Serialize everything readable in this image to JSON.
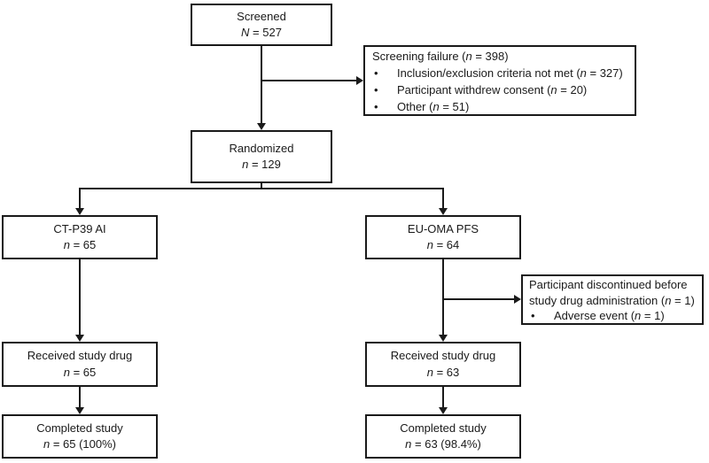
{
  "bullet_char": "•",
  "colors": {
    "line": "#1a1a1a",
    "background": "#ffffff",
    "box_background": "#ffffff",
    "text": "#1a1a1a"
  },
  "boxes": {
    "screened": {
      "lines": [
        [
          {
            "t": "Screened"
          }
        ],
        [
          {
            "t": "N",
            "i": true
          },
          {
            "t": " = 527"
          }
        ]
      ]
    },
    "screening_failure": {
      "title": [
        {
          "t": "Screening failure ("
        },
        {
          "t": "n",
          "i": true
        },
        {
          "t": " = 398)"
        }
      ],
      "bullets": [
        [
          {
            "t": "Inclusion/exclusion criteria not met ("
          },
          {
            "t": "n",
            "i": true
          },
          {
            "t": " = 327)"
          }
        ],
        [
          {
            "t": "Participant withdrew consent ("
          },
          {
            "t": "n",
            "i": true
          },
          {
            "t": " = 20)"
          }
        ],
        [
          {
            "t": "Other ("
          },
          {
            "t": "n",
            "i": true
          },
          {
            "t": " = 51)"
          }
        ]
      ]
    },
    "randomized": {
      "lines": [
        [
          {
            "t": "Randomized"
          }
        ],
        [
          {
            "t": "n",
            "i": true
          },
          {
            "t": " = 129"
          }
        ]
      ]
    },
    "arm_ct_p39": {
      "lines": [
        [
          {
            "t": "CT-P39 AI"
          }
        ],
        [
          {
            "t": "n",
            "i": true
          },
          {
            "t": " = 65"
          }
        ]
      ]
    },
    "arm_eu_oma": {
      "lines": [
        [
          {
            "t": "EU-OMA PFS"
          }
        ],
        [
          {
            "t": "n",
            "i": true
          },
          {
            "t": " = 64"
          }
        ]
      ]
    },
    "discontinued": {
      "title": [
        {
          "t": "Participant discontinued before study drug administration ("
        },
        {
          "t": "n",
          "i": true
        },
        {
          "t": " = 1)"
        }
      ],
      "bullets": [
        [
          {
            "t": "Adverse event ("
          },
          {
            "t": "n",
            "i": true
          },
          {
            "t": " = 1)"
          }
        ]
      ]
    },
    "received_ct_p39": {
      "lines": [
        [
          {
            "t": "Received study drug"
          }
        ],
        [
          {
            "t": "n",
            "i": true
          },
          {
            "t": " = 65"
          }
        ]
      ]
    },
    "received_eu_oma": {
      "lines": [
        [
          {
            "t": "Received study drug"
          }
        ],
        [
          {
            "t": "n",
            "i": true
          },
          {
            "t": " = 63"
          }
        ]
      ]
    },
    "completed_ct_p39": {
      "lines": [
        [
          {
            "t": "Completed study"
          }
        ],
        [
          {
            "t": "n",
            "i": true
          },
          {
            "t": " = 65 (100%)"
          }
        ]
      ]
    },
    "completed_eu_oma": {
      "lines": [
        [
          {
            "t": "Completed study"
          }
        ],
        [
          {
            "t": "n",
            "i": true
          },
          {
            "t": " = 63 (98.4%)"
          }
        ]
      ]
    }
  }
}
